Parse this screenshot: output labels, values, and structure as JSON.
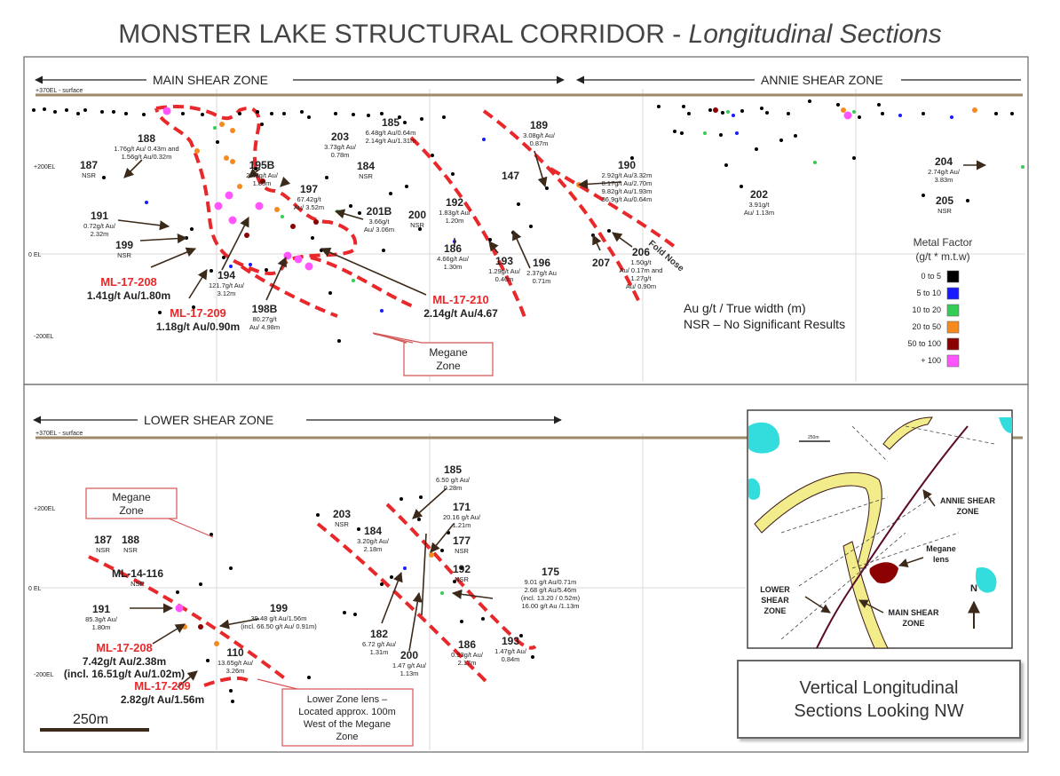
{
  "title": {
    "main": "MONSTER LAKE STRUCTURAL CORRIDOR - ",
    "italic": "Longitudinal Sections"
  },
  "top": {
    "zone_main": "MAIN SHEAR ZONE",
    "zone_annie": "ANNIE SHEAR ZONE",
    "surface": "+370EL - surface",
    "el200": "+200EL",
    "el0": "0 EL",
    "elm200": "-200EL",
    "fold_nose": "Fold Nose",
    "megane_zone": [
      "Megane",
      "Zone"
    ],
    "note": [
      "Au g/t / True width (m)",
      "NSR  – No Significant Results"
    ],
    "holes": [
      {
        "id": "188",
        "lines": [
          "1.76g/t Au/ 0.43m and",
          "1.56g/t Au/0.32m"
        ]
      },
      {
        "id": "187",
        "lines": [
          "NSR"
        ]
      },
      {
        "id": "191",
        "lines": [
          "0.72g/t Au/",
          "2.32m"
        ]
      },
      {
        "id": "199",
        "lines": [
          "NSR"
        ]
      },
      {
        "id": "ML-17-208",
        "lines": [
          "1.41g/t Au/1.80m"
        ]
      },
      {
        "id": "ML-17-209",
        "lines": [
          "1.18g/t Au/0.90m"
        ]
      },
      {
        "id": "194",
        "lines": [
          "121.7g/t Au/",
          "3.12m"
        ]
      },
      {
        "id": "198B",
        "lines": [
          "80.27g/t",
          "Au/ 4.98m"
        ]
      },
      {
        "id": "195B",
        "lines": [
          "2.48g/t Au/",
          "1.80m"
        ]
      },
      {
        "id": "197",
        "lines": [
          "67.42g/t",
          "Au/ 3.52m"
        ]
      },
      {
        "id": "203",
        "lines": [
          "3.73g/t Au/",
          "0.78m"
        ]
      },
      {
        "id": "185",
        "lines": [
          "6.48g/t Au/0.64m",
          "2.14g/t Au/1.31m"
        ]
      },
      {
        "id": "184",
        "lines": [
          "NSR"
        ]
      },
      {
        "id": "201B",
        "lines": [
          "3.66g/t",
          "Au/ 3.06m"
        ]
      },
      {
        "id": "200",
        "lines": [
          "NSR"
        ]
      },
      {
        "id": "ML-17-210",
        "lines": [
          "2.14g/t Au/4.67"
        ]
      },
      {
        "id": "192",
        "lines": [
          "1.83g/t Au/",
          "1.20m"
        ]
      },
      {
        "id": "147",
        "lines": []
      },
      {
        "id": "186",
        "lines": [
          "4.66g/t Au/",
          "1.30m"
        ]
      },
      {
        "id": "193",
        "lines": [
          "1.29g/t Au/",
          "0.46m"
        ]
      },
      {
        "id": "196",
        "lines": [
          "2.37g/t Au",
          "0.71m"
        ]
      },
      {
        "id": "189",
        "lines": [
          "3.08g/t Au/",
          "0.87m"
        ]
      },
      {
        "id": "190",
        "lines": [
          "2.92g/t Au/3.32m",
          "8.17g/t Au/2.70m",
          "9.82g/t Au/1.93m",
          "36.9g/t Au/0.64m"
        ]
      },
      {
        "id": "207",
        "lines": []
      },
      {
        "id": "206",
        "lines": [
          "1.50g/t",
          "Au/ 0.17m and",
          "1.27g/t",
          "Au/ 0.90m"
        ]
      },
      {
        "id": "202",
        "lines": [
          "3.91g/t",
          "Au/ 1.13m"
        ]
      },
      {
        "id": "204",
        "lines": [
          "2.74g/t Au/",
          "3.83m"
        ]
      },
      {
        "id": "205",
        "lines": [
          "NSR"
        ]
      }
    ]
  },
  "legend": {
    "title": [
      "Metal Factor",
      "(g/t * m.t.w)"
    ],
    "items": [
      {
        "label": "0 to 5",
        "color": "#000000"
      },
      {
        "label": "5 to 10",
        "color": "#1a1aff"
      },
      {
        "label": "10 to 20",
        "color": "#33cc55"
      },
      {
        "label": "20 to 50",
        "color": "#f58a1f"
      },
      {
        "label": "50 to 100",
        "color": "#8b0000"
      },
      {
        "label": "+ 100",
        "color": "#ff55ff"
      }
    ]
  },
  "bottom": {
    "zone_lower": "LOWER SHEAR ZONE",
    "surface": "+370EL - surface",
    "el200": "+200EL",
    "el0": "0 EL",
    "elm200": "-200EL",
    "megane_zone": [
      "Megane",
      "Zone"
    ],
    "lower_lens": [
      "Lower Zone lens –",
      "Located approx. 100m",
      "West of the Megane",
      "Zone"
    ],
    "scale": "250m",
    "holes": [
      {
        "id": "187",
        "lines": [
          "NSR"
        ]
      },
      {
        "id": "188",
        "lines": [
          "NSR"
        ]
      },
      {
        "id": "ML-14-116",
        "lines": [
          "NSR"
        ]
      },
      {
        "id": "191",
        "lines": [
          "85.3g/t Au/",
          "1.80m"
        ]
      },
      {
        "id": "ML-17-208",
        "lines": [
          "7.42g/t Au/2.38m",
          "(incl. 16.51g/t Au/1.02m)"
        ]
      },
      {
        "id": "ML-17-209",
        "lines": [
          "2.82g/t Au/1.56m"
        ]
      },
      {
        "id": "110",
        "lines": [
          "13.65g/t Au/",
          "3.26m"
        ]
      },
      {
        "id": "199",
        "lines": [
          "39.48 g/t Au/1.56m",
          "(incl.  66.50 g/t Au/ 0.91m)"
        ]
      },
      {
        "id": "203",
        "lines": [
          "NSR"
        ]
      },
      {
        "id": "184",
        "lines": [
          "3.20g/t Au/",
          "2.18m"
        ]
      },
      {
        "id": "185",
        "lines": [
          "6.50 g/t Au/",
          "0.28m"
        ]
      },
      {
        "id": "171",
        "lines": [
          "20.16 g/t Au/",
          "1.21m"
        ]
      },
      {
        "id": "177",
        "lines": [
          "NSR"
        ]
      },
      {
        "id": "192",
        "lines": [
          "NSR"
        ]
      },
      {
        "id": "175",
        "lines": [
          "9.01 g/t Au/0.71m",
          "2.68 g/t Au/5.46m",
          "(incl. 13.20 / 0.52m)",
          "16.00 g/t Au  /1.13m"
        ]
      },
      {
        "id": "182",
        "lines": [
          "6.72 g/t Au/",
          "1.31m"
        ]
      },
      {
        "id": "200",
        "lines": [
          "1.47 g/t Au/",
          "1.13m"
        ]
      },
      {
        "id": "186",
        "lines": [
          "0.93g/t Au/",
          "2.17m"
        ]
      },
      {
        "id": "193",
        "lines": [
          "1.47g/t Au/",
          "0.84m"
        ]
      }
    ]
  },
  "inset": {
    "annie": [
      "ANNIE SHEAR",
      "ZONE"
    ],
    "megane": [
      "Megane",
      "lens"
    ],
    "lower": [
      "LOWER",
      "SHEAR",
      "ZONE"
    ],
    "main": [
      "MAIN SHEAR",
      "ZONE"
    ],
    "north": "N",
    "scale": "250m",
    "caption": [
      "Vertical Longitudinal",
      "Sections Looking NW"
    ]
  }
}
